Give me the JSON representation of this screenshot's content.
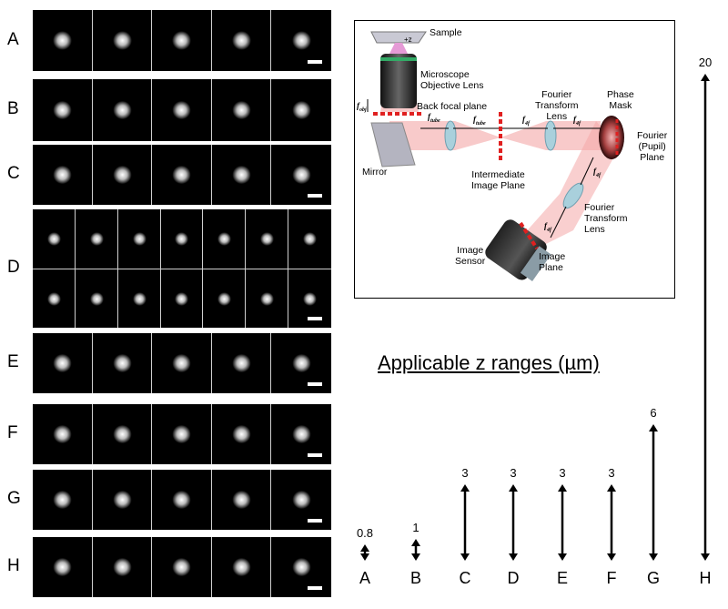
{
  "figure": {
    "rows": [
      {
        "label": "A",
        "tiles": 5,
        "scalebar": true
      },
      {
        "label": "B",
        "tiles": 5,
        "scalebar": false
      },
      {
        "label": "C",
        "tiles": 5,
        "scalebar": true
      },
      {
        "label": "D",
        "tiles": 7,
        "scalebar": true
      },
      {
        "label": "E",
        "tiles": 5,
        "scalebar": true
      },
      {
        "label": "F",
        "tiles": 5,
        "scalebar": true
      },
      {
        "label": "G",
        "tiles": 5,
        "scalebar": true
      },
      {
        "label": "H",
        "tiles": 5,
        "scalebar": true
      }
    ],
    "optics": {
      "sample": "Sample",
      "plus_z": "+z",
      "objective": "Microscope\nObjective Lens",
      "back_focal_plane": "Back focal plane",
      "f_obj": "f",
      "f_obj_sub": "obj",
      "mirror": "Mirror",
      "f_tube": "f",
      "f_tube_sub": "tube",
      "f_tube2": "f",
      "f_tube2_sub": "tube",
      "intermediate": "Intermediate\nImage Plane",
      "ft_lens_1": "Fourier\nTransform\nLens",
      "f_4f_a": "f",
      "f_4f_b": "f",
      "f_4f_c": "f",
      "f_4f_d": "f",
      "f_4f_sub": "4f",
      "phase_mask": "Phase\nMask",
      "fourier_pupil": "Fourier\n(Pupil)\nPlane",
      "ft_lens_2": "Fourier\nTransform\nLens",
      "image_sensor": "Image\nSensor",
      "image_plane": "Image\nPlane"
    },
    "zranges": {
      "title": "Applicable z ranges (µm)",
      "items": [
        {
          "label": "A",
          "value": 0.8,
          "value_text": "0.8"
        },
        {
          "label": "B",
          "value": 1,
          "value_text": "1"
        },
        {
          "label": "C",
          "value": 3,
          "value_text": "3"
        },
        {
          "label": "D",
          "value": 3,
          "value_text": "3"
        },
        {
          "label": "E",
          "value": 3,
          "value_text": "3"
        },
        {
          "label": "F",
          "value": 3,
          "value_text": "3"
        },
        {
          "label": "G",
          "value": 6,
          "value_text": "6"
        },
        {
          "label": "H",
          "value": 20,
          "value_text": "20"
        }
      ]
    },
    "colors": {
      "beam": "#f4a7a7",
      "dashed": "#e02020",
      "lens": "#a9d0dc"
    }
  }
}
